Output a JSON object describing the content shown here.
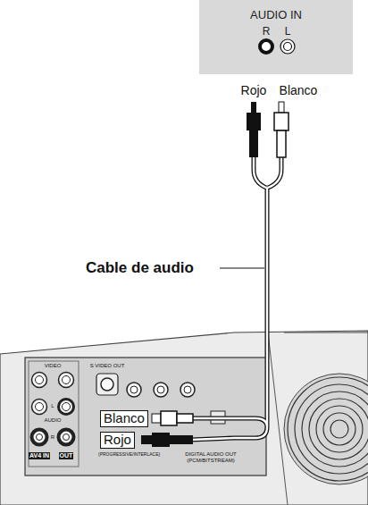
{
  "diagram": {
    "nodes": [
      {
        "text": [
          "AUDIO IN",
          "R",
          "L"
        ]
      }
    ],
    "labels": [
      "Rojo",
      "Blanco",
      "Cable de audio",
      "VIDEO",
      "S VIDEO OUT",
      "L",
      "AUDIO",
      "R",
      "AV4 IN",
      "OUT",
      "Blanco",
      "Rojo",
      "(PROGRESSIVE/INTERLACE)",
      "DIGITAL AUDIO OUT (PCM/BITSTREAM)"
    ]
  }
}
